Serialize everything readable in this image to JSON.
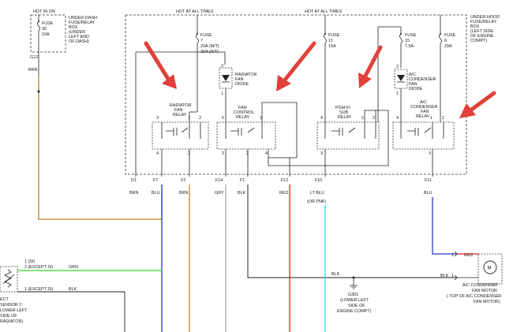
{
  "header": {
    "hot_in_on": "HOT IN ON",
    "hot_all_times_1": "HOT AT ALL TIMES",
    "hot_all_times_2": "HOT AT ALL TIMES"
  },
  "under_dash_box": {
    "fuse_label": "FUSE",
    "fuse_num": "36",
    "fuse_amp": "10A",
    "desc": [
      "UNDER-DASH",
      "FUSE/RELAY",
      "BOX",
      "(UNDER",
      "LEFT END",
      "OF DASH)"
    ],
    "connector": "G12",
    "wire": "BRN"
  },
  "under_hood_box": {
    "desc": [
      "UNDER-HOOD",
      "FUSE/RELAY",
      "BOX",
      "(LEFT SIDE",
      "OF ENGINE",
      "COMPT)"
    ]
  },
  "fuses": {
    "f7": {
      "label": "FUSE",
      "num": "7",
      "amp1": "20A (M/T)",
      "amp2": "30A (A/T)"
    },
    "f11": {
      "label": "FUSE",
      "num": "11",
      "amp": "15A"
    },
    "f15": {
      "label": "FUSE",
      "num": "15",
      "amp": "7.5A"
    },
    "f6": {
      "label": "FUSE",
      "num": "6",
      "amp": "20A"
    }
  },
  "diodes": {
    "radiator": {
      "pin_top": "2",
      "pin_bottom": "1",
      "lines": [
        "RADIATOR",
        "FAN",
        "DIODE"
      ]
    },
    "ac": {
      "pin_top": "2",
      "pin_bottom": "1",
      "lines": [
        "A/C",
        "CONDENSER",
        "FAN",
        "DIODE"
      ]
    }
  },
  "relays": {
    "radiator": {
      "lines": [
        "RADIATOR",
        "FAN",
        "RELAY"
      ],
      "pins_top": [
        "3",
        "1",
        "2"
      ],
      "pins_bottom": [
        "4",
        "2"
      ]
    },
    "fan_control": {
      "lines": [
        "FAN",
        "CONTROL",
        "RELAY"
      ],
      "pins_top": [
        "5",
        "1"
      ],
      "pins_bottom": [
        "3",
        "2",
        "4"
      ]
    },
    "pgmfi": {
      "lines": [
        "PGM-FI",
        "SUB",
        "RELAY"
      ],
      "pins_top": [
        "4",
        "1",
        "2"
      ],
      "pins_bottom": [
        "3"
      ]
    },
    "ac_fan": {
      "lines": [
        "A/C",
        "CONDENSER",
        "FAN",
        "RELAY"
      ],
      "pins_top": [
        "4",
        "1",
        "2"
      ],
      "pins_bottom": [
        "3"
      ]
    }
  },
  "terminals": [
    {
      "id": "D1",
      "wire": "BRN"
    },
    {
      "id": "F7",
      "wire": "BLU"
    },
    {
      "id": "F2",
      "wire": "BRN"
    },
    {
      "id": "F14",
      "wire": "GRY"
    },
    {
      "id": "F1",
      "wire": "BLK"
    },
    {
      "id": "F12",
      "wire": "RED"
    },
    {
      "id": "F10",
      "wire": "LT BLU",
      "wire_alt": "(OR PNK)"
    },
    {
      "id": "F11",
      "wire": "BLU"
    }
  ],
  "sensor": {
    "pin1_label": "1 (SI)",
    "pin2_label": "2 (EXCEPT SI)",
    "wire_top": "GRN",
    "pin3_label": "1 (EXCEPT SI)",
    "wire_bottom": "BLK",
    "lines": [
      "ECT",
      "SENSOR 2",
      "LOWER LEFT",
      "SIDE OF",
      "RADIATOR)"
    ]
  },
  "ground": {
    "id": "G301",
    "wire": "BLK",
    "lines": [
      "(LOWER LEFT",
      "SIDE OF",
      "ENGINE COMPT)"
    ]
  },
  "motor": {
    "symbol": "M",
    "pin2": "2",
    "wire2": "RED",
    "pin1": "1",
    "wire1": "BLK",
    "lines": [
      "A/C CONDENSER",
      "FAN MOTOR",
      "( TOP OF A/C CONDENSER",
      "FAN MOTOR)"
    ]
  },
  "colors": {
    "brn": "#b8862b",
    "blu": "#1f3ccc",
    "grn": "#33dd22",
    "gry": "#a8a8a8",
    "red": "#e02020",
    "ltblu": "#22d8ee",
    "blk": "#222222",
    "arrow": "#e0413a"
  }
}
